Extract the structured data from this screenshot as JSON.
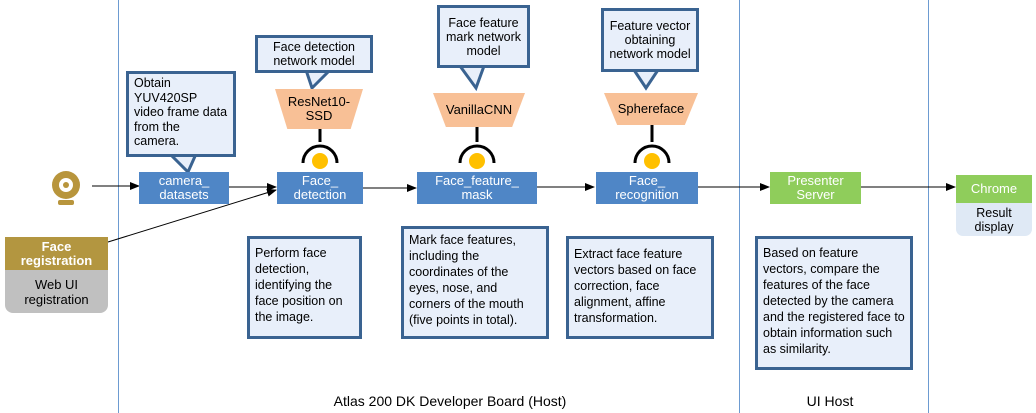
{
  "camera": {
    "icon": "webcam-icon",
    "colors": {
      "ring": "#b8953c",
      "lens": "#ffffff"
    },
    "note": "Obtain YUV420SP video frame data from the camera.",
    "label_line1": "camera_",
    "label_line2": "datasets"
  },
  "registration": {
    "title_line1": "Face",
    "title_line2": "registration",
    "webui_line1": "Web UI",
    "webui_line2": "registration"
  },
  "detection": {
    "model_callout_line1": "Face detection",
    "model_callout_line2": "network model",
    "model_line1": "ResNet10-",
    "model_line2": "SSD",
    "process_line1": "Face_",
    "process_line2": "detection",
    "note": "Perform face detection, identifying the face position on the image."
  },
  "feature_mask": {
    "model_callout_line1": "Face feature",
    "model_callout_line2": "mark network",
    "model_callout_line3": "model",
    "model": "VanillaCNN",
    "process_line1": "Face_feature_",
    "process_line2": "mask",
    "note": "Mark face features, including the coordinates of the eyes, nose, and corners of the mouth (five points in total)."
  },
  "recognition": {
    "model_callout_line1": "Feature vector",
    "model_callout_line2": "obtaining",
    "model_callout_line3": "network model",
    "model": "Sphereface",
    "process_line1": "Face_",
    "process_line2": "recognition",
    "note": "Extract face feature vectors based on face correction, face alignment, affine transformation."
  },
  "presenter": {
    "line1": "Presenter",
    "line2": "Server",
    "note": "Based on feature vectors, compare the features of the face detected by the camera and the registered face to obtain information such as similarity."
  },
  "chrome": {
    "label": "Chrome",
    "result_line1": "Result",
    "result_line2": "display"
  },
  "footer": {
    "host_board": "Atlas 200  DK Developer Board (Host)",
    "ui_host": "UI Host"
  },
  "colors": {
    "process_blue": "#4f86c6",
    "note_border": "#3a6391",
    "note_fill": "#e8effa",
    "model_fill": "#f8c096",
    "presenter_green": "#8fcd5b",
    "registration_gold": "#b39640",
    "webui_gray": "#c0c0c0",
    "result_fill": "#dfe9f5",
    "lane_line": "#6d9bd1",
    "plug_yellow": "#ffc000"
  },
  "icons": {
    "plug": "plug-connector-icon"
  }
}
